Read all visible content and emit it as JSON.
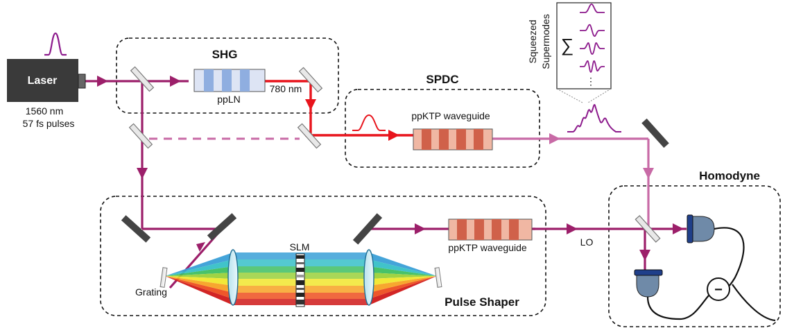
{
  "labels": {
    "laser": "Laser",
    "laser_wavelength": "1560 nm",
    "laser_pulses": "57 fs pulses",
    "shg": "SHG",
    "ppln": "ppLN",
    "wavelength_780": "780 nm",
    "spdc": "SPDC",
    "ppktp_waveguide_top": "ppKTP waveguide",
    "squeezed": "Squeezed",
    "supermodes": "Supermodes",
    "sigma": "∑",
    "ellipsis": "⋮",
    "homodyne": "Homodyne",
    "slm": "SLM",
    "grating": "Grating",
    "ppktp_waveguide_bottom": "ppKTP waveguide",
    "pulse_shaper": "Pulse Shaper",
    "lo": "LO",
    "minus": "−"
  },
  "colors": {
    "fundamental": "#9c1f6a",
    "second_harmonic": "#e8141c",
    "squeezed_beam": "#c86aa6",
    "dashed_beam": "#c86aa6",
    "pulse_purple": "#8c1a8c",
    "ppln_light": "#dde4f4",
    "ppln_dark": "#8faee0",
    "ppktp_light": "#f0b7a3",
    "ppktp_dark": "#d0614a",
    "mirror": "#444444",
    "detector": "#6f8aa8",
    "detector_cap": "#1f3f8a",
    "laser_box": "#3a3a3a"
  }
}
